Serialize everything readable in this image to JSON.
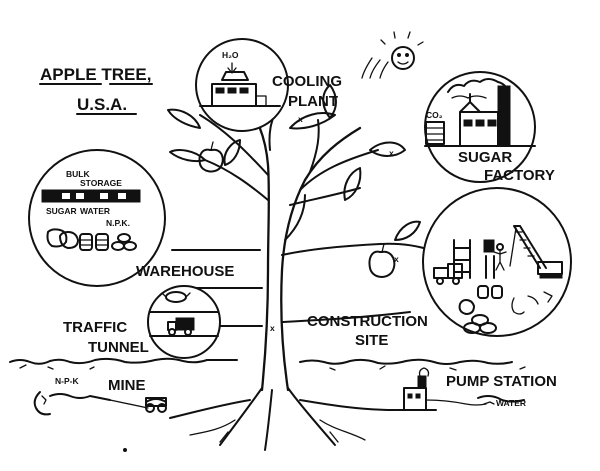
{
  "title": {
    "line1": "APPLE TREE,",
    "line2": "U.S.A."
  },
  "labels": {
    "cooling_line1": "COOLING",
    "cooling_line2": "PLANT",
    "h2o": "H₂O",
    "sugar_factory_line1": "SUGAR",
    "sugar_factory_line2": "FACTORY",
    "co2": "CO₂",
    "warehouse": "WAREHOUSE",
    "bulk_storage_line1": "BULK",
    "bulk_storage_line2": "STORAGE",
    "sugar": "SUGAR",
    "water": "WATER",
    "npk": "N.P.K.",
    "construction_line1": "CONSTRUCTION",
    "construction_line2": "SITE",
    "traffic_line1": "TRAFFIC",
    "traffic_line2": "TUNNEL",
    "mine_npk": "N-P-K",
    "mine": "MINE",
    "pump_station": "PUMP STATION",
    "pump_water": "WATER"
  }
}
